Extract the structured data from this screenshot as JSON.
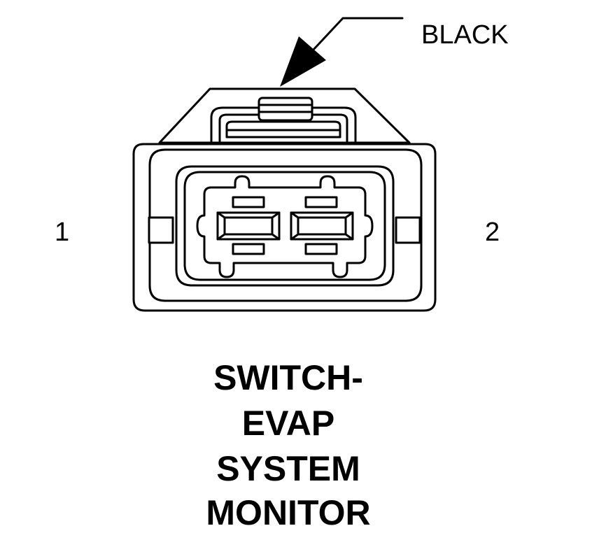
{
  "connector": {
    "color_label": "BLACK",
    "pins": [
      "1",
      "2"
    ]
  },
  "title": {
    "lines": [
      "SWITCH-",
      "EVAP",
      "SYSTEM",
      "MONITOR"
    ]
  }
}
